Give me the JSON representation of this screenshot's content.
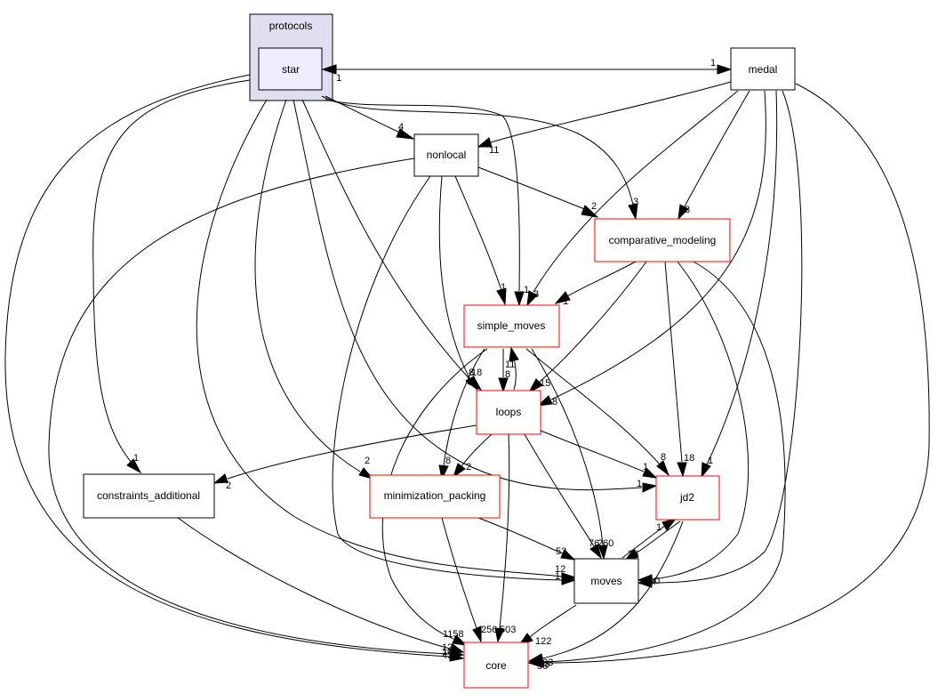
{
  "cluster": {
    "label": "protocols",
    "fill": "#dfdfef"
  },
  "colors": {
    "node_fill": "#ffffff",
    "current_node_fill": "#eeeeff",
    "plain_border": "#000000",
    "incomplete_border": "#ff0000",
    "edge": "#000000"
  },
  "nodes": {
    "star": "star",
    "medal": "medal",
    "nonlocal": "nonlocal",
    "comparative_modeling": "comparative_modeling",
    "simple_moves": "simple_moves",
    "loops": "loops",
    "constraints_additional": "constraints_additional",
    "minimization_packing": "minimization_packing",
    "jd2": "jd2",
    "moves": "moves",
    "core": "core"
  },
  "edge_labels": [
    {
      "id": "medal-star",
      "text": "1"
    },
    {
      "id": "star-medal",
      "text": "1"
    },
    {
      "id": "star-nonlocal",
      "text": "4"
    },
    {
      "id": "medal-nonlocal",
      "text": "11"
    },
    {
      "id": "nonlocal-comparative",
      "text": "2"
    },
    {
      "id": "star-comparative",
      "text": "3"
    },
    {
      "id": "medal-comparative",
      "text": "3"
    },
    {
      "id": "nonlocal-simple",
      "text": "1"
    },
    {
      "id": "star-simple",
      "text": "1"
    },
    {
      "id": "medal-simple",
      "text": "3"
    },
    {
      "id": "comparative-simple",
      "text": "1"
    },
    {
      "id": "nonlocal-loops",
      "text": "8"
    },
    {
      "id": "star-loops",
      "text": "18"
    },
    {
      "id": "simple-loops",
      "text": "11"
    },
    {
      "id": "loops-simple",
      "text": "8"
    },
    {
      "id": "comparative-loops",
      "text": "15"
    },
    {
      "id": "medal-loops",
      "text": "8"
    },
    {
      "id": "star-constraints",
      "text": "1"
    },
    {
      "id": "loops-constraints",
      "text": "2"
    },
    {
      "id": "simple-minimization",
      "text": "8"
    },
    {
      "id": "loops-minimization",
      "text": "2"
    },
    {
      "id": "star-minimization",
      "text": "2"
    },
    {
      "id": "loops-jd2",
      "text": "1"
    },
    {
      "id": "simple-jd2",
      "text": "8"
    },
    {
      "id": "comparative-jd2",
      "text": "18"
    },
    {
      "id": "medal-jd2",
      "text": "1"
    },
    {
      "id": "star-jd2",
      "text": "1"
    },
    {
      "id": "moves-jd2",
      "text": "1"
    },
    {
      "id": "jd2-moves",
      "text": "26"
    },
    {
      "id": "minimization-moves",
      "text": "53"
    },
    {
      "id": "loops-moves",
      "text": "76"
    },
    {
      "id": "simple-moves-moves",
      "text": "260"
    },
    {
      "id": "star-moves",
      "text": "12"
    },
    {
      "id": "nonlocal-moves",
      "text": "1"
    },
    {
      "id": "comparative-moves",
      "text": "10"
    },
    {
      "id": "medal-moves",
      "text": "4"
    },
    {
      "id": "simple-core",
      "text": "1158"
    },
    {
      "id": "minimization-core",
      "text": "256"
    },
    {
      "id": "loops-core",
      "text": "503"
    },
    {
      "id": "moves-core",
      "text": "122"
    },
    {
      "id": "constraints-core",
      "text": "12"
    },
    {
      "id": "nonlocal-core",
      "text": "10"
    },
    {
      "id": "star-core",
      "text": "43"
    },
    {
      "id": "jd2-core",
      "text": "53"
    },
    {
      "id": "comparative-core",
      "text": "263"
    },
    {
      "id": "medal-core",
      "text": "56"
    }
  ]
}
